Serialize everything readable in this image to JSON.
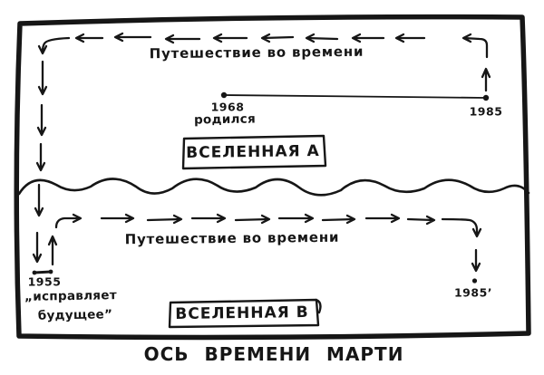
{
  "title": "ОСЬ ВРЕМЕНИ МАРТИ",
  "ink_color": "#161616",
  "background_color": "#ffffff",
  "universe_a": {
    "label": "ВСЕЛЕННАЯ А",
    "travel_label": "Путешествие во времени",
    "start_year": "1968",
    "start_note": "родился",
    "end_year": "1985"
  },
  "universe_b": {
    "label": "ВСЕЛЕННАЯ В",
    "travel_label": "Путешествие во времени",
    "start_year": "1955",
    "start_note_line1": "„исправляет",
    "start_note_line2": "будущее”",
    "end_year": "1985’"
  }
}
